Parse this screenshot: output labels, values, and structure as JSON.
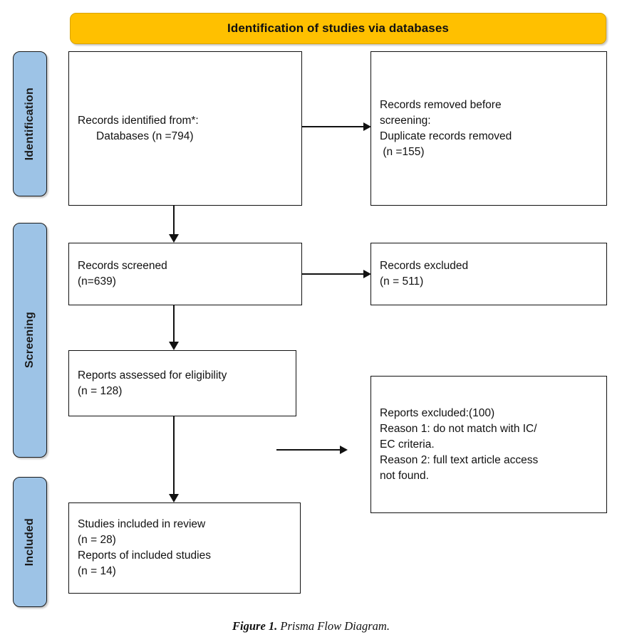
{
  "figure": {
    "caption_label": "Figure 1.",
    "caption_text": " Prisma Flow Diagram."
  },
  "header": {
    "title": "Identification of studies via databases",
    "color": "#FFC000"
  },
  "rails": {
    "color": "#9DC3E6",
    "items": [
      {
        "id": "identification",
        "label": "Identification"
      },
      {
        "id": "screening",
        "label": "Screening"
      },
      {
        "id": "included",
        "label": "Included"
      }
    ]
  },
  "boxes": {
    "identified": {
      "line1": "Records identified from*:",
      "line2": "Databases (n =794)"
    },
    "removed": {
      "line1": "Records removed before",
      "line2": "screening:",
      "line3": "Duplicate records removed",
      "line4": " (n =155)"
    },
    "screened": {
      "line1": "Records screened",
      "line2": "(n=639)"
    },
    "excluded": {
      "line1": "Records excluded",
      "line2": "(n = 511)"
    },
    "eligibility": {
      "line1": "Reports assessed for eligibility",
      "line2": "(n = 128)"
    },
    "reports_excluded": {
      "line1": "Reports excluded:(100)",
      "line2": "Reason 1: do not match with IC/",
      "line3": "EC criteria.",
      "line4": "Reason 2: full text article access",
      "line5": "not found."
    },
    "included": {
      "line1": "Studies included in review",
      "line2": "(n = 28)",
      "line3": "Reports of included studies",
      "line4": "(n = 14)"
    }
  },
  "chart_data": {
    "type": "diagram",
    "title": "Identification of studies via databases",
    "stages": [
      {
        "stage": "Identification",
        "nodes": [
          {
            "label": "Records identified from*: Databases",
            "n": 794
          },
          {
            "label": "Records removed before screening: Duplicate records removed",
            "n": 155
          }
        ]
      },
      {
        "stage": "Screening",
        "nodes": [
          {
            "label": "Records screened",
            "n": 639
          },
          {
            "label": "Records excluded",
            "n": 511
          },
          {
            "label": "Reports assessed for eligibility",
            "n": 128
          },
          {
            "label": "Reports excluded",
            "n": 100
          }
        ]
      },
      {
        "stage": "Included",
        "nodes": [
          {
            "label": "Studies included in review",
            "n": 28
          },
          {
            "label": "Reports of included studies",
            "n": 14
          }
        ]
      }
    ]
  }
}
